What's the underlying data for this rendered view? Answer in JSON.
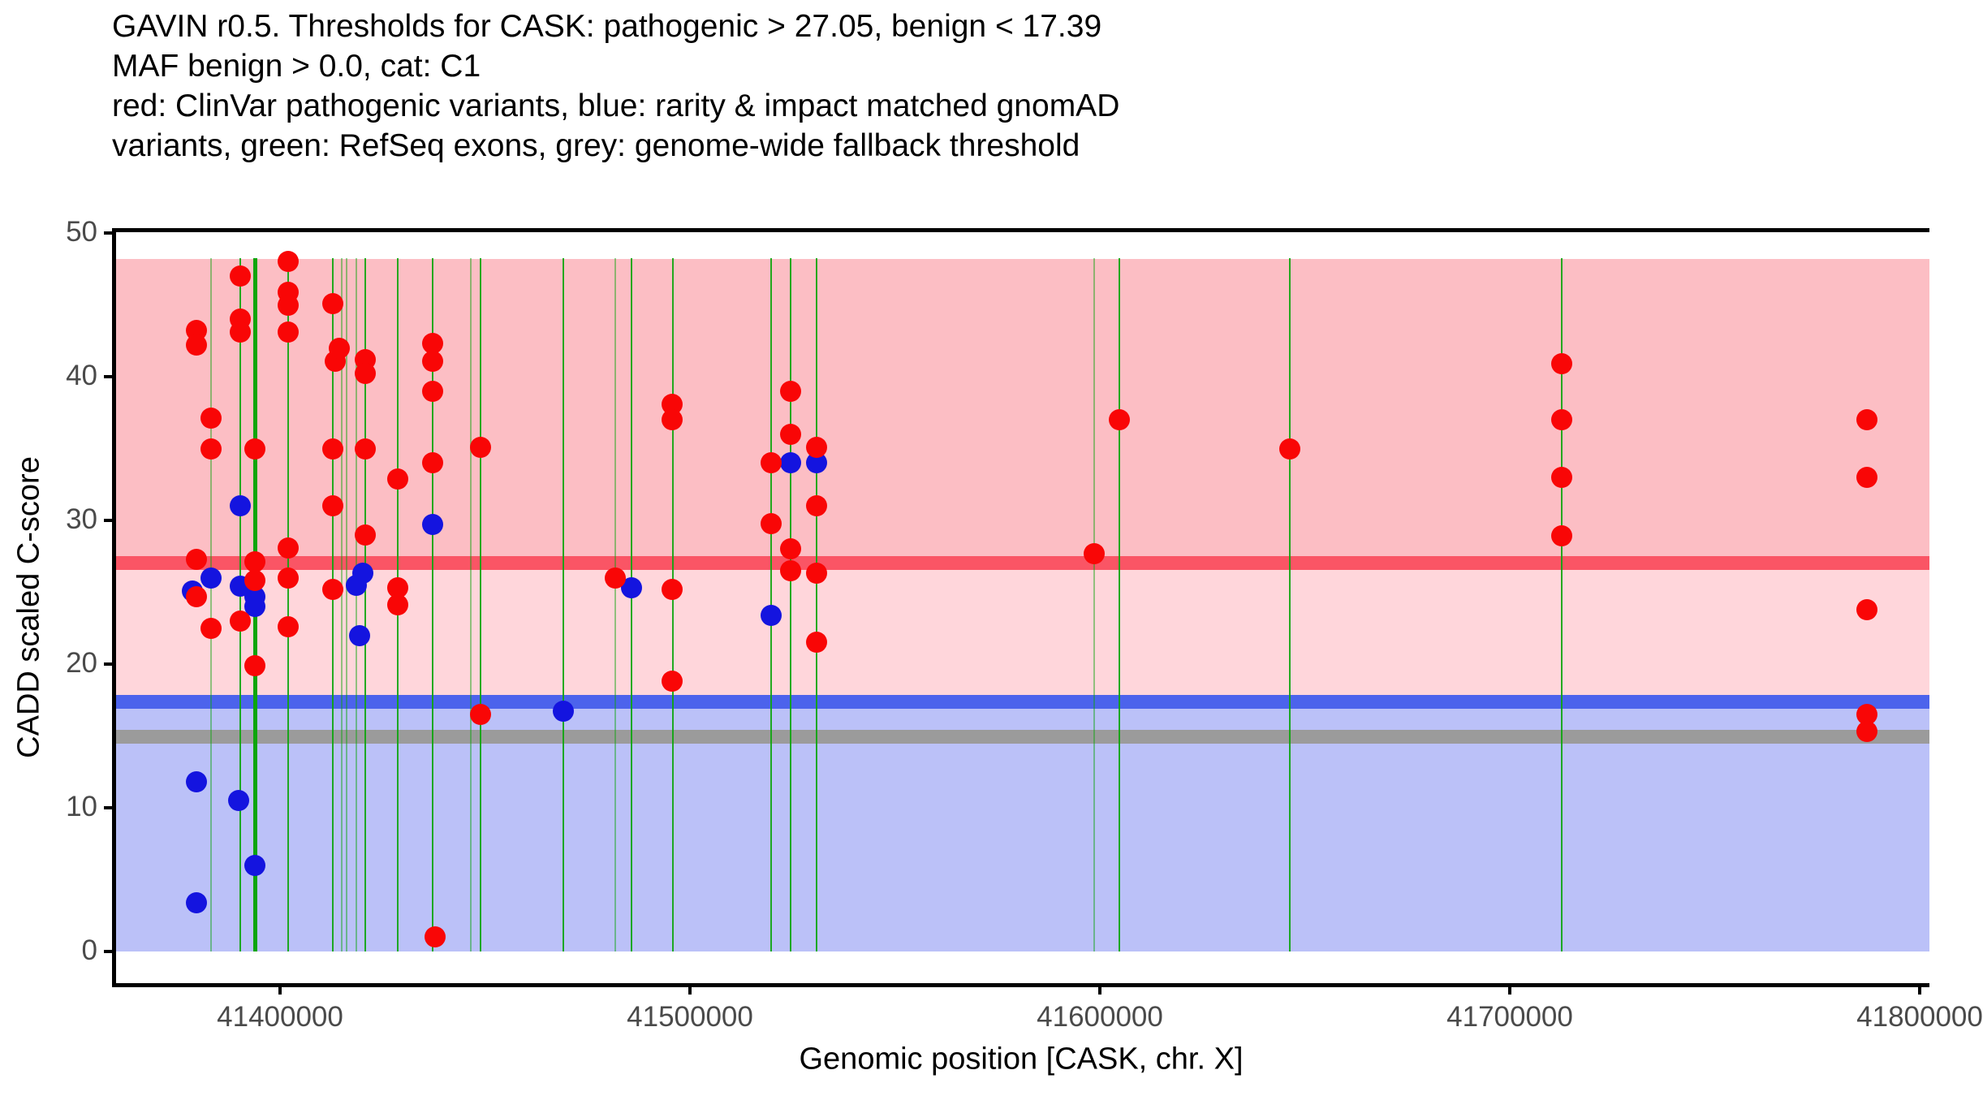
{
  "chart_data": {
    "type": "scatter",
    "title_lines": [
      "GAVIN r0.5. Thresholds for CASK: pathogenic > 27.05, benign < 17.39",
      "MAF benign > 0.0, cat: C1",
      "red: ClinVar pathogenic variants, blue: rarity & impact matched gnomAD",
      "variants, green: RefSeq exons, grey: genome-wide fallback threshold"
    ],
    "xlabel": "Genomic position [CASK, chr. X]",
    "ylabel": "CADD scaled C-score",
    "x_ticks": [
      {
        "pos": 41400000,
        "label": "41400000"
      },
      {
        "pos": 41500000,
        "label": "41500000"
      },
      {
        "pos": 41600000,
        "label": "41600000"
      },
      {
        "pos": 41700000,
        "label": "41700000"
      },
      {
        "pos": 41800000,
        "label": "41800000"
      }
    ],
    "y_ticks": [
      0,
      10,
      20,
      30,
      40,
      50
    ],
    "xlim": [
      41359400,
      41802400
    ],
    "ylim": [
      0,
      50
    ],
    "shaded_region_top": 48.2,
    "grid": false,
    "legend_position": "none",
    "thresholds": {
      "pathogenic": {
        "value": 27.05,
        "color": "#FA5565"
      },
      "benign": {
        "value": 17.39,
        "color": "#4C63EC"
      },
      "genome_wide_fallback": {
        "value": 15.0,
        "color": "#9B9B9B"
      }
    },
    "colors": {
      "region_pathogenic": "#FCBEC4",
      "region_intermediate": "#FFD6DB",
      "region_benign": "#BBC1F8",
      "dot_pathogenic": "#F90606",
      "dot_population": "#1414DF",
      "exon": "#0CA50C"
    },
    "exons": [
      {
        "pos": 41383200,
        "emphasis": "faint"
      },
      {
        "pos": 41390300,
        "emphasis": "normal"
      },
      {
        "pos": 41393900,
        "emphasis": "strong"
      },
      {
        "pos": 41402000,
        "emphasis": "normal"
      },
      {
        "pos": 41412900,
        "emphasis": "normal"
      },
      {
        "pos": 41415000,
        "emphasis": "faint"
      },
      {
        "pos": 41416200,
        "emphasis": "faint"
      },
      {
        "pos": 41418600,
        "emphasis": "faint"
      },
      {
        "pos": 41420800,
        "emphasis": "normal"
      },
      {
        "pos": 41428700,
        "emphasis": "normal"
      },
      {
        "pos": 41437200,
        "emphasis": "normal"
      },
      {
        "pos": 41446500,
        "emphasis": "faint"
      },
      {
        "pos": 41448900,
        "emphasis": "normal"
      },
      {
        "pos": 41469100,
        "emphasis": "normal"
      },
      {
        "pos": 41481800,
        "emphasis": "faint"
      },
      {
        "pos": 41485700,
        "emphasis": "normal"
      },
      {
        "pos": 41495800,
        "emphasis": "normal"
      },
      {
        "pos": 41519800,
        "emphasis": "normal"
      },
      {
        "pos": 41524600,
        "emphasis": "normal"
      },
      {
        "pos": 41530900,
        "emphasis": "normal"
      },
      {
        "pos": 41598600,
        "emphasis": "faint"
      },
      {
        "pos": 41604800,
        "emphasis": "normal"
      },
      {
        "pos": 41646400,
        "emphasis": "normal"
      },
      {
        "pos": 41712700,
        "emphasis": "normal"
      }
    ],
    "series": [
      {
        "name": "rarity & impact matched gnomAD variants",
        "color_key": "dot_population",
        "points": [
          [
            41378600,
            25.1
          ],
          [
            41379600,
            11.8
          ],
          [
            41379600,
            3.4
          ],
          [
            41383200,
            26.0
          ],
          [
            41389900,
            10.5
          ],
          [
            41390300,
            31.0
          ],
          [
            41390300,
            25.4
          ],
          [
            41393900,
            24.7
          ],
          [
            41393900,
            24.0
          ],
          [
            41393900,
            6.0
          ],
          [
            41418600,
            25.5
          ],
          [
            41419400,
            22.0
          ],
          [
            41420200,
            26.3
          ],
          [
            41437200,
            29.7
          ],
          [
            41469100,
            16.7
          ],
          [
            41485700,
            25.3
          ],
          [
            41519800,
            23.4
          ],
          [
            41524600,
            34.0
          ],
          [
            41530900,
            34.0
          ]
        ]
      },
      {
        "name": "ClinVar pathogenic variants",
        "color_key": "dot_pathogenic",
        "points": [
          [
            41379600,
            43.2
          ],
          [
            41379600,
            42.2
          ],
          [
            41379600,
            27.3
          ],
          [
            41379600,
            24.7
          ],
          [
            41383200,
            37.1
          ],
          [
            41383200,
            35.0
          ],
          [
            41383200,
            22.5
          ],
          [
            41390300,
            47.0
          ],
          [
            41390300,
            44.0
          ],
          [
            41390300,
            43.1
          ],
          [
            41390300,
            23.0
          ],
          [
            41393900,
            35.0
          ],
          [
            41393900,
            27.1
          ],
          [
            41393900,
            25.8
          ],
          [
            41393900,
            19.9
          ],
          [
            41402000,
            48.0
          ],
          [
            41402000,
            45.9
          ],
          [
            41402000,
            45.0
          ],
          [
            41402000,
            43.1
          ],
          [
            41402000,
            28.1
          ],
          [
            41402000,
            26.0
          ],
          [
            41402000,
            22.6
          ],
          [
            41412900,
            45.1
          ],
          [
            41412900,
            35.0
          ],
          [
            41412900,
            31.0
          ],
          [
            41412900,
            25.2
          ],
          [
            41413500,
            41.1
          ],
          [
            41414500,
            42.0
          ],
          [
            41420800,
            41.2
          ],
          [
            41420800,
            40.2
          ],
          [
            41420800,
            35.0
          ],
          [
            41420800,
            29.0
          ],
          [
            41428700,
            32.9
          ],
          [
            41428700,
            25.3
          ],
          [
            41428700,
            24.1
          ],
          [
            41437200,
            42.3
          ],
          [
            41437200,
            41.1
          ],
          [
            41437200,
            39.0
          ],
          [
            41437200,
            34.0
          ],
          [
            41437800,
            1.0
          ],
          [
            41448900,
            35.1
          ],
          [
            41448900,
            16.5
          ],
          [
            41481800,
            26.0
          ],
          [
            41495600,
            38.1
          ],
          [
            41495600,
            37.0
          ],
          [
            41495600,
            25.2
          ],
          [
            41495600,
            18.8
          ],
          [
            41519800,
            34.0
          ],
          [
            41519800,
            29.8
          ],
          [
            41524600,
            39.0
          ],
          [
            41524600,
            36.0
          ],
          [
            41524600,
            28.0
          ],
          [
            41524600,
            26.5
          ],
          [
            41530900,
            35.1
          ],
          [
            41530900,
            31.0
          ],
          [
            41530900,
            26.3
          ],
          [
            41530900,
            21.5
          ],
          [
            41598600,
            27.7
          ],
          [
            41604800,
            37.0
          ],
          [
            41646400,
            35.0
          ],
          [
            41712700,
            40.9
          ],
          [
            41712700,
            37.0
          ],
          [
            41712700,
            33.0
          ],
          [
            41712700,
            28.9
          ],
          [
            41787100,
            37.0
          ],
          [
            41787100,
            33.0
          ],
          [
            41787100,
            23.8
          ],
          [
            41787100,
            16.5
          ],
          [
            41787100,
            15.3
          ]
        ]
      }
    ]
  }
}
